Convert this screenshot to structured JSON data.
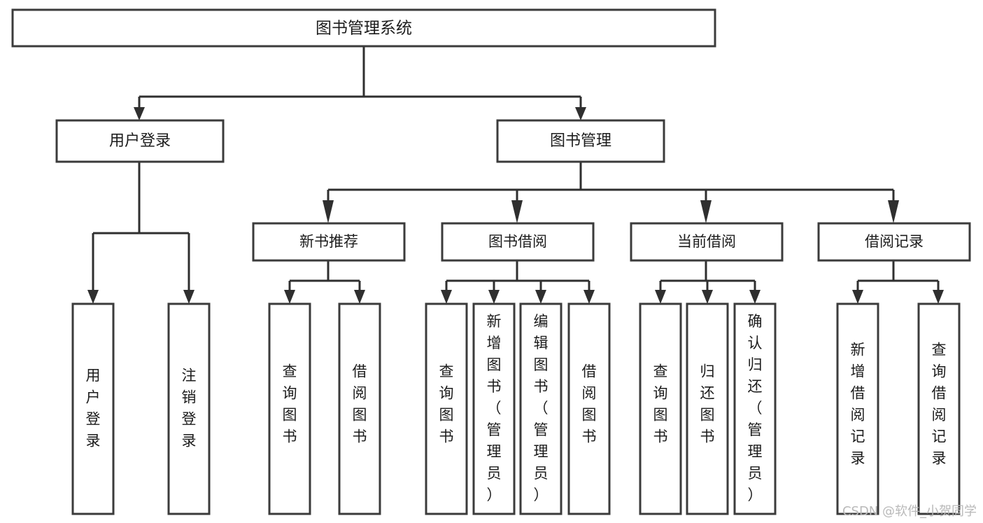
{
  "diagram": {
    "title": "图书管理系统",
    "type": "tree",
    "orientation": "top-down",
    "colors": {
      "background": "#ffffff",
      "box_stroke": "#3b3b3b",
      "connector": "#2f2f2f",
      "text": "#1c1c1c",
      "watermark": "#b9b9b9"
    },
    "root": {
      "id": "root",
      "label": "图书管理系统"
    },
    "level1": [
      {
        "id": "user-login",
        "label": "用户登录"
      },
      {
        "id": "book-management",
        "label": "图书管理"
      }
    ],
    "level2": [
      {
        "id": "new-book-recommend",
        "label": "新书推荐",
        "parent": "book-management"
      },
      {
        "id": "book-borrow",
        "label": "图书借阅",
        "parent": "book-management"
      },
      {
        "id": "current-borrow",
        "label": "当前借阅",
        "parent": "book-management"
      },
      {
        "id": "borrow-record",
        "label": "借阅记录",
        "parent": "book-management"
      }
    ],
    "leaves": {
      "user-login": [
        {
          "id": "leaf-user-login",
          "label": "用户登录"
        },
        {
          "id": "leaf-user-logout",
          "label": "注销登录"
        }
      ],
      "new-book-recommend": [
        {
          "id": "leaf-query-book-1",
          "label": "查询图书"
        },
        {
          "id": "leaf-borrow-book-1",
          "label": "借阅图书"
        }
      ],
      "book-borrow": [
        {
          "id": "leaf-query-book-2",
          "label": "查询图书"
        },
        {
          "id": "leaf-add-book",
          "label": "新增图书（管理员）"
        },
        {
          "id": "leaf-edit-book",
          "label": "编辑图书（管理员）"
        },
        {
          "id": "leaf-borrow-book-2",
          "label": "借阅图书"
        }
      ],
      "current-borrow": [
        {
          "id": "leaf-query-book-3",
          "label": "查询图书"
        },
        {
          "id": "leaf-return-book",
          "label": "归还图书"
        },
        {
          "id": "leaf-confirm-return",
          "label": "确认归还（管理员）"
        }
      ],
      "borrow-record": [
        {
          "id": "leaf-add-record",
          "label": "新增借阅记录"
        },
        {
          "id": "leaf-query-record",
          "label": "查询借阅记录"
        }
      ]
    }
  },
  "watermark": {
    "text": "CSDN @软件_小贺同学"
  }
}
